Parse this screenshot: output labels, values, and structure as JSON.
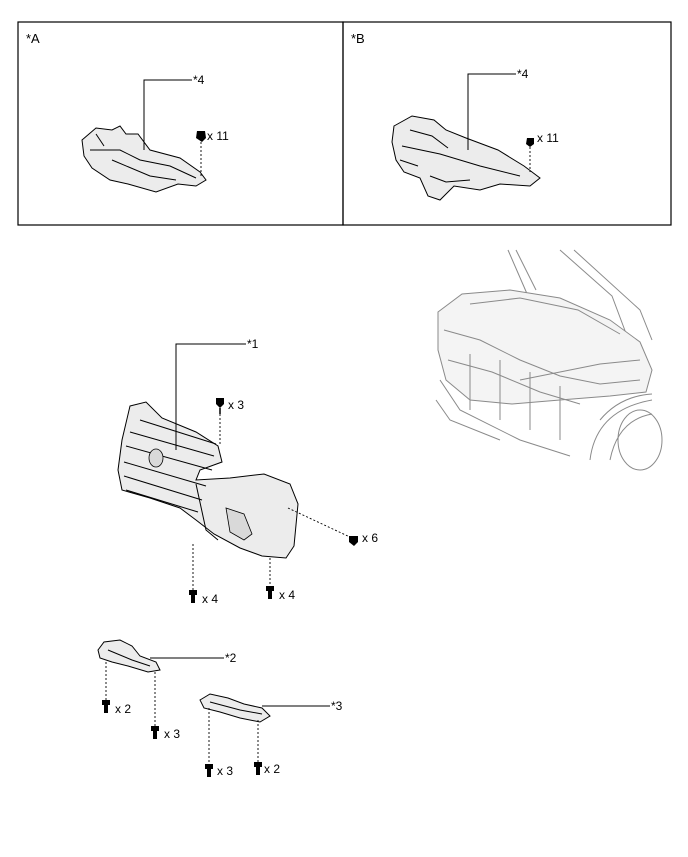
{
  "panels": {
    "a": {
      "tag": "*A",
      "part_callout": "*4",
      "qty": "x 11"
    },
    "b": {
      "tag": "*B",
      "part_callout": "*4",
      "qty": "x 11"
    }
  },
  "callouts": {
    "grille_bumper": "*1",
    "left_cover": "*2",
    "right_cover": "*3"
  },
  "fasteners": {
    "top_clip": "x 3",
    "side_clip": "x 6",
    "bottom_left": "x 4",
    "bottom_right": "x 4",
    "cover2_left": "x 2",
    "cover2_right": "x 3",
    "cover3_left": "x 3",
    "cover3_right": "x 2"
  },
  "icons": [
    "clip-icon",
    "bolt-icon"
  ]
}
